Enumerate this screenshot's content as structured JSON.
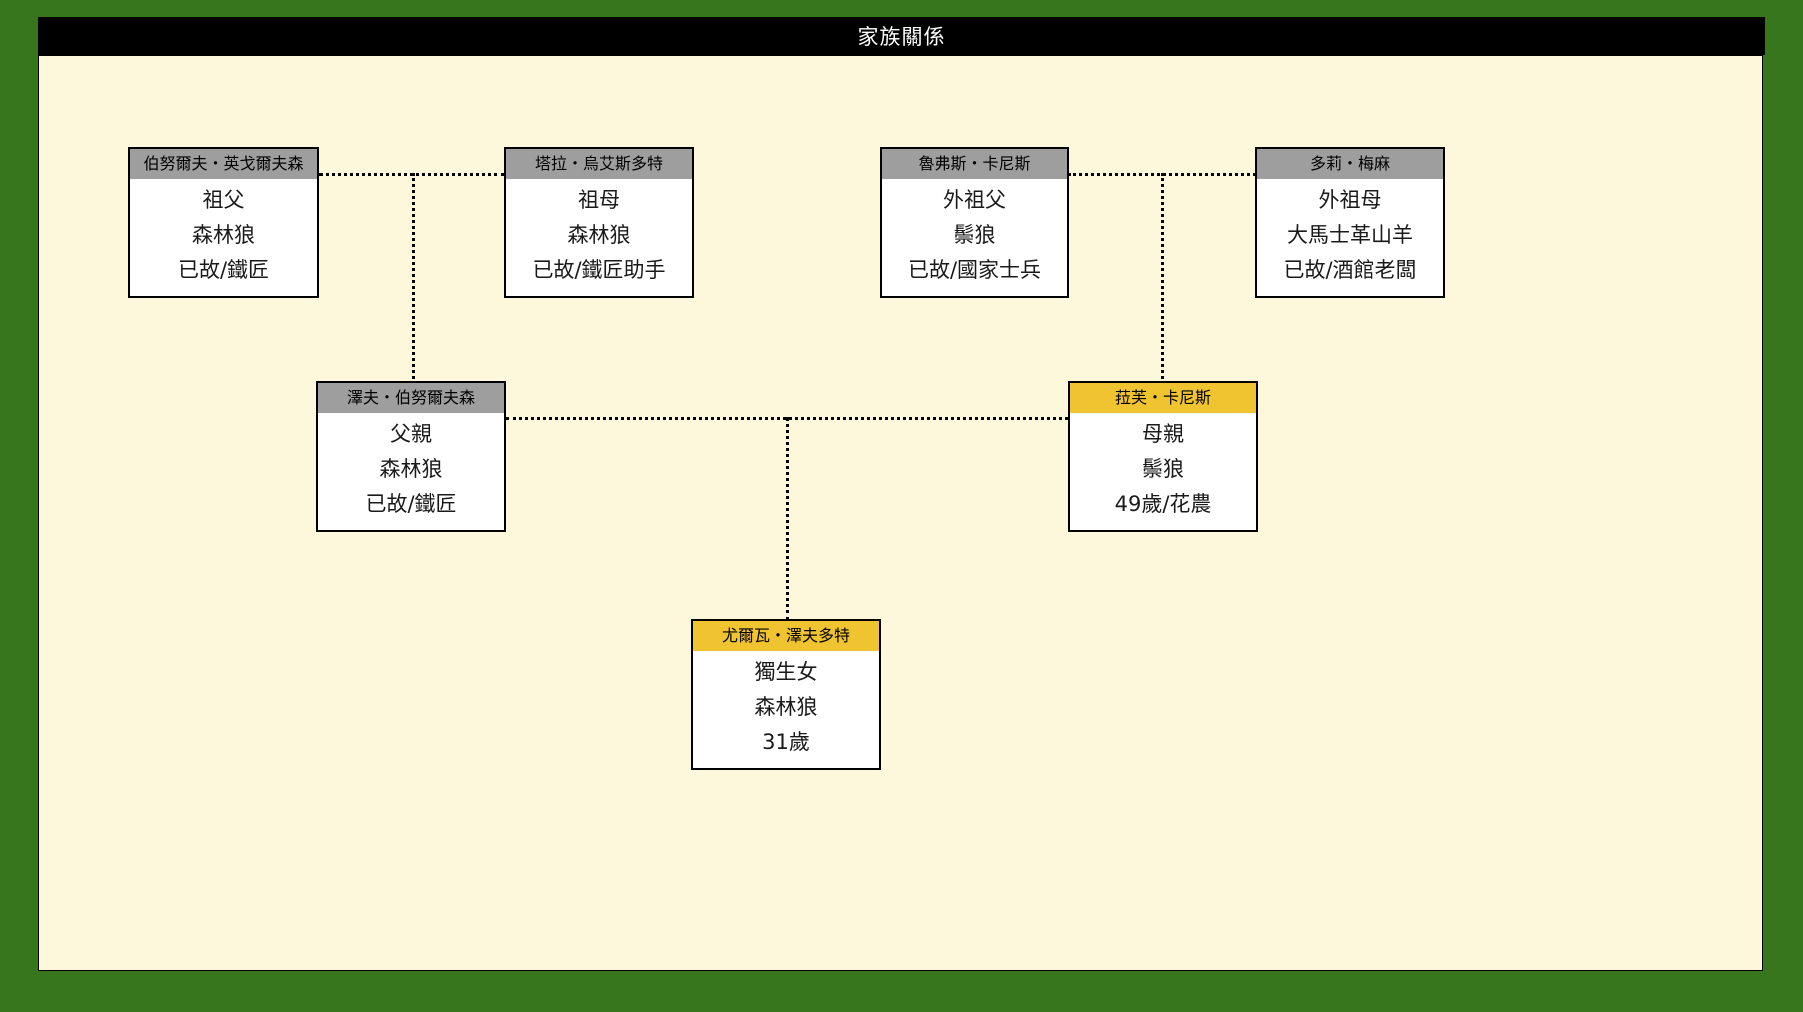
{
  "window": {
    "title": "家族關係",
    "title_bar_color": "#000000",
    "background_color": "#38761D",
    "canvas_color": "#FDF8DC"
  },
  "theme": {
    "header_gray": "#9E9E9E",
    "header_highlight": "#F0C330",
    "border_color": "#000000",
    "text_color": "#1a1a1a"
  },
  "people": {
    "paternal_grandfather": {
      "name": "伯努爾夫・英戈爾夫森",
      "relation": "祖父",
      "species": "森林狼",
      "status": "已故/鐵匠",
      "highlight": false
    },
    "paternal_grandmother": {
      "name": "塔拉・烏艾斯多特",
      "relation": "祖母",
      "species": "森林狼",
      "status": "已故/鐵匠助手",
      "highlight": false
    },
    "maternal_grandfather": {
      "name": "魯弗斯・卡尼斯",
      "relation": "外祖父",
      "species": "鬃狼",
      "status": "已故/國家士兵",
      "highlight": false
    },
    "maternal_grandmother": {
      "name": "多莉・梅麻",
      "relation": "外祖母",
      "species": "大馬士革山羊",
      "status": "已故/酒館老闆",
      "highlight": false
    },
    "father": {
      "name": "澤夫・伯努爾夫森",
      "relation": "父親",
      "species": "森林狼",
      "status": "已故/鐵匠",
      "highlight": false
    },
    "mother": {
      "name": "菈芙・卡尼斯",
      "relation": "母親",
      "species": "鬃狼",
      "status": "49歲/花農",
      "highlight": true
    },
    "child": {
      "name": "尤爾瓦・澤夫多特",
      "relation": "獨生女",
      "species": "森林狼",
      "status": "31歲",
      "highlight": true
    }
  }
}
